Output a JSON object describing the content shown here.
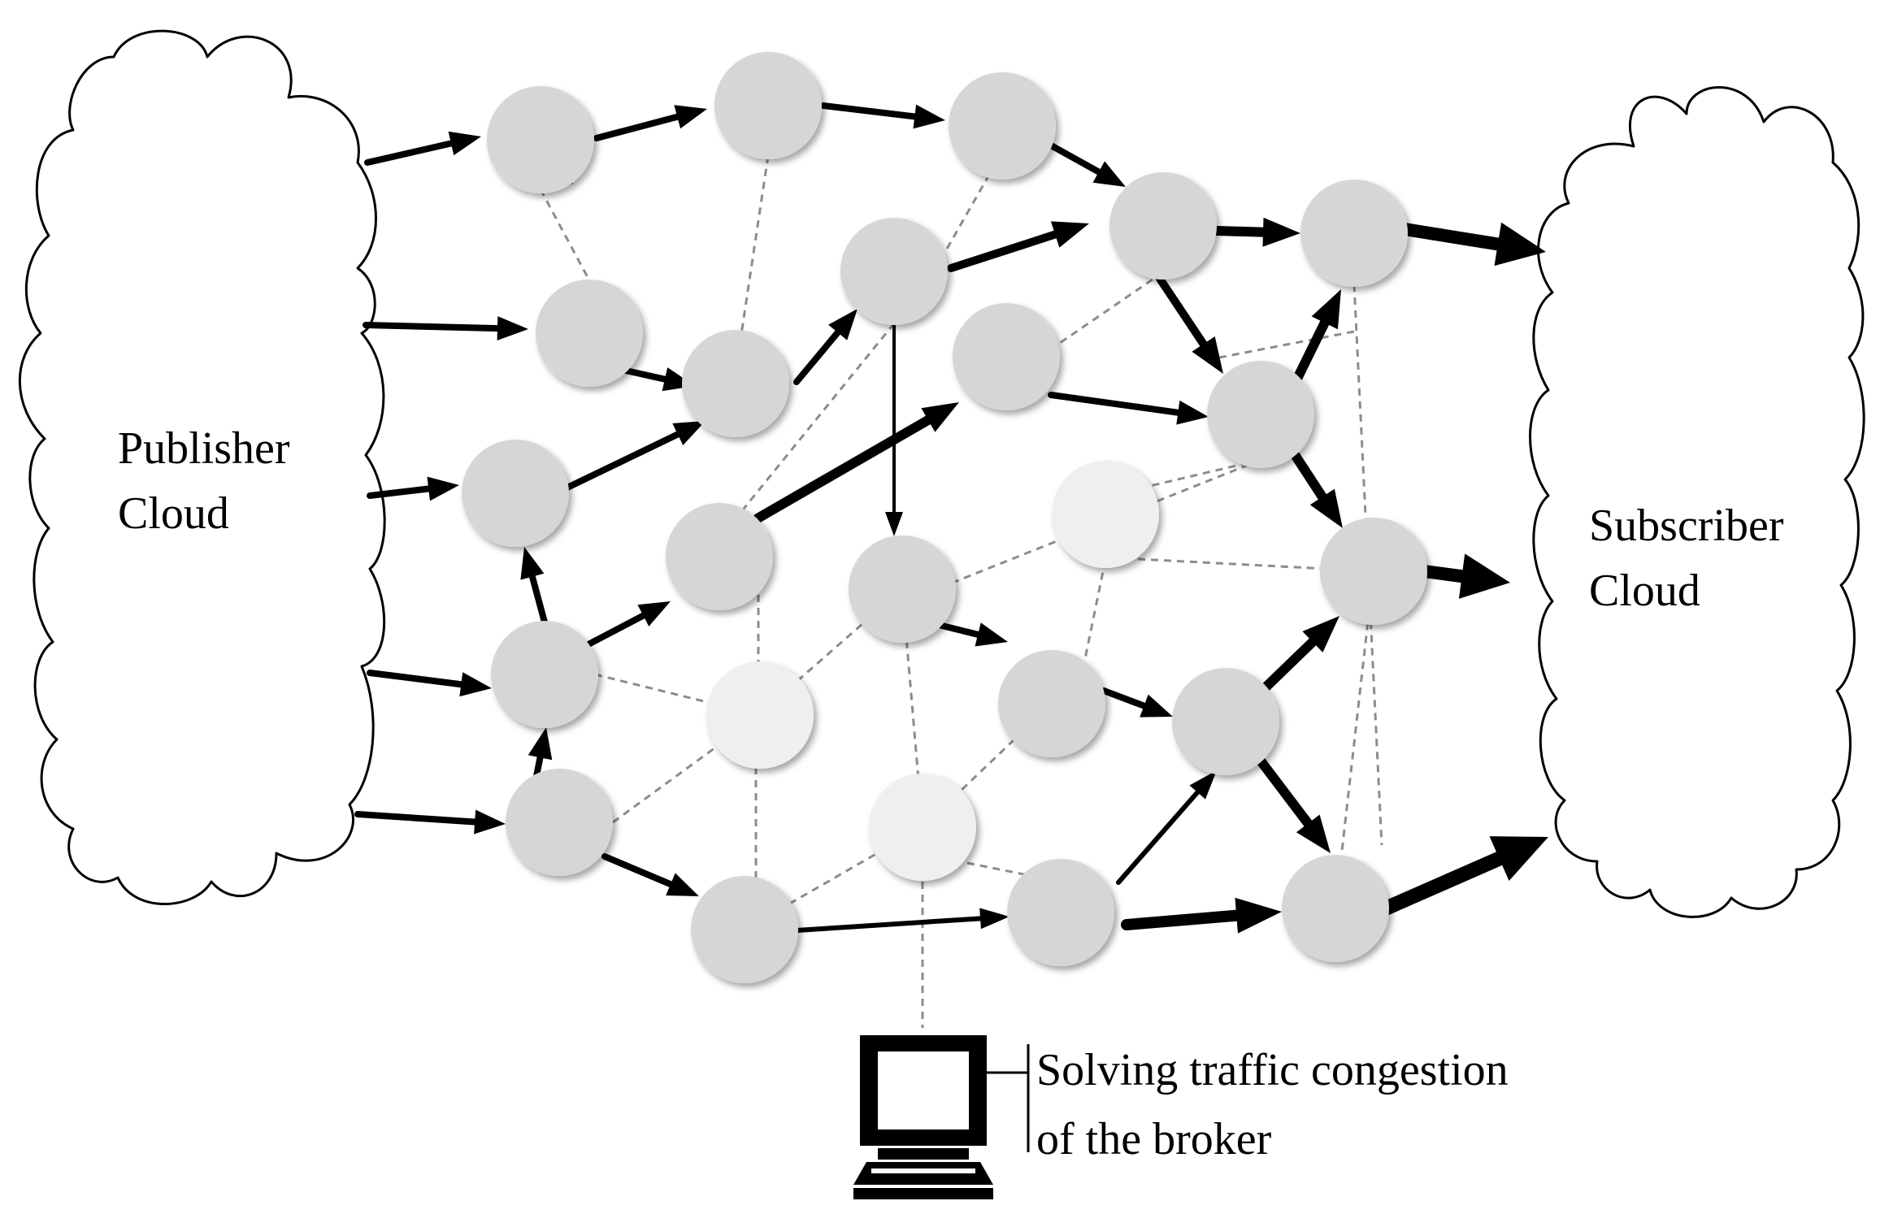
{
  "publisher": {
    "line1": "Publisher",
    "line2": "Cloud"
  },
  "subscriber": {
    "line1": "Subscriber",
    "line2": "Cloud"
  },
  "monitor": {
    "caption_line1": "Solving traffic congestion",
    "caption_line2": "of the broker",
    "icon": "computer-monitor-icon"
  },
  "colors": {
    "active_node": "#d6d6d6",
    "congested_node": "#efefef",
    "flow_arrow": "#000000",
    "broker_link": "#8c8c8c"
  }
}
